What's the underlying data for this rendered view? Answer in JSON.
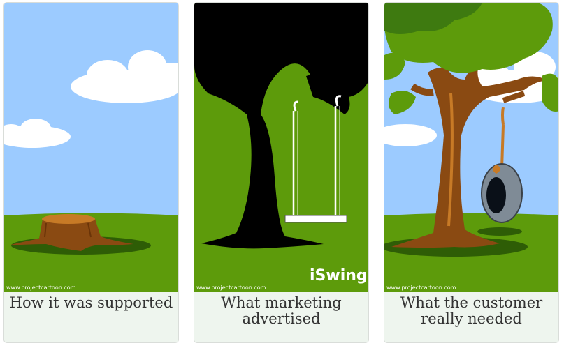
{
  "panels": [
    {
      "caption": "How it was supported",
      "credit": "www.projectcartoon.com"
    },
    {
      "caption": "What marketing advertised",
      "credit": "www.projectcartoon.com",
      "product_name": "iSwing"
    },
    {
      "caption": "What the customer really needed",
      "credit": "www.projectcartoon.com"
    }
  ],
  "colors": {
    "sky": "#99ccff",
    "grass": "#5a9a08",
    "trunk": "#8a4a12",
    "foliage": "#3e7a10",
    "caption_bg": "#eef5ee"
  }
}
